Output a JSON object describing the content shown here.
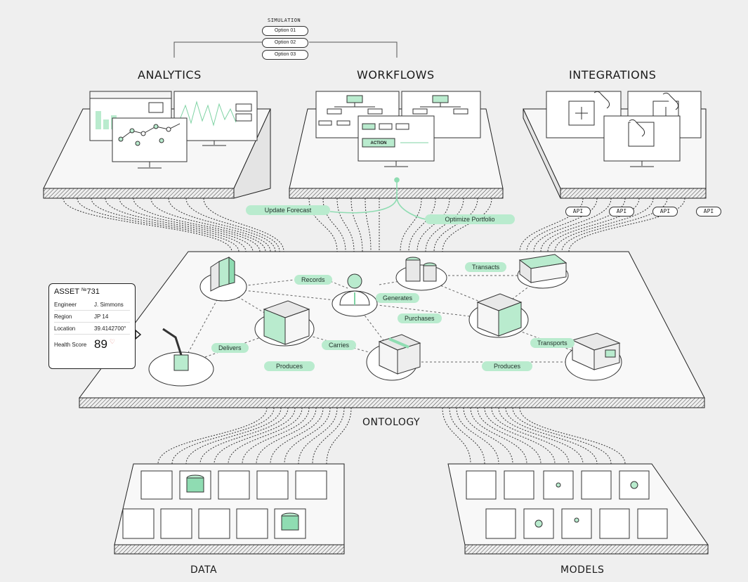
{
  "simulation": {
    "title": "SIMULATION",
    "options": [
      "Option 01",
      "Option 02",
      "Option 03"
    ]
  },
  "sections": {
    "analytics": "ANALYTICS",
    "workflows": "WORKFLOWS",
    "integrations": "INTEGRATIONS",
    "ontology": "ONTOLOGY",
    "data": "DATA",
    "models": "MODELS"
  },
  "workflow_action": "ACTION",
  "flows": {
    "update_forecast": "Update Forecast",
    "optimize_portfolio": "Optimize Portfolio"
  },
  "api_labels": [
    "API",
    "API",
    "API",
    "API"
  ],
  "relations": {
    "records": "Records",
    "transacts": "Transacts",
    "generates": "Generates",
    "purchases": "Purchases",
    "delivers": "Delivers",
    "carries": "Carries",
    "transports": "Transports",
    "produces_1": "Produces",
    "produces_2": "Produces"
  },
  "asset": {
    "title": "ASSET",
    "number_sign": "№",
    "id": "731",
    "rows": [
      {
        "key": "Engineer",
        "value": "J. Simmons"
      },
      {
        "key": "Region",
        "value": "JP 14"
      },
      {
        "key": "Location",
        "value": "39.4142700°"
      }
    ],
    "health_label": "Health Score",
    "health_value": "89"
  },
  "colors": {
    "accent": "#b9ebce",
    "accent_dark": "#7fd3a4",
    "line": "#222222",
    "background": "#efefef"
  }
}
